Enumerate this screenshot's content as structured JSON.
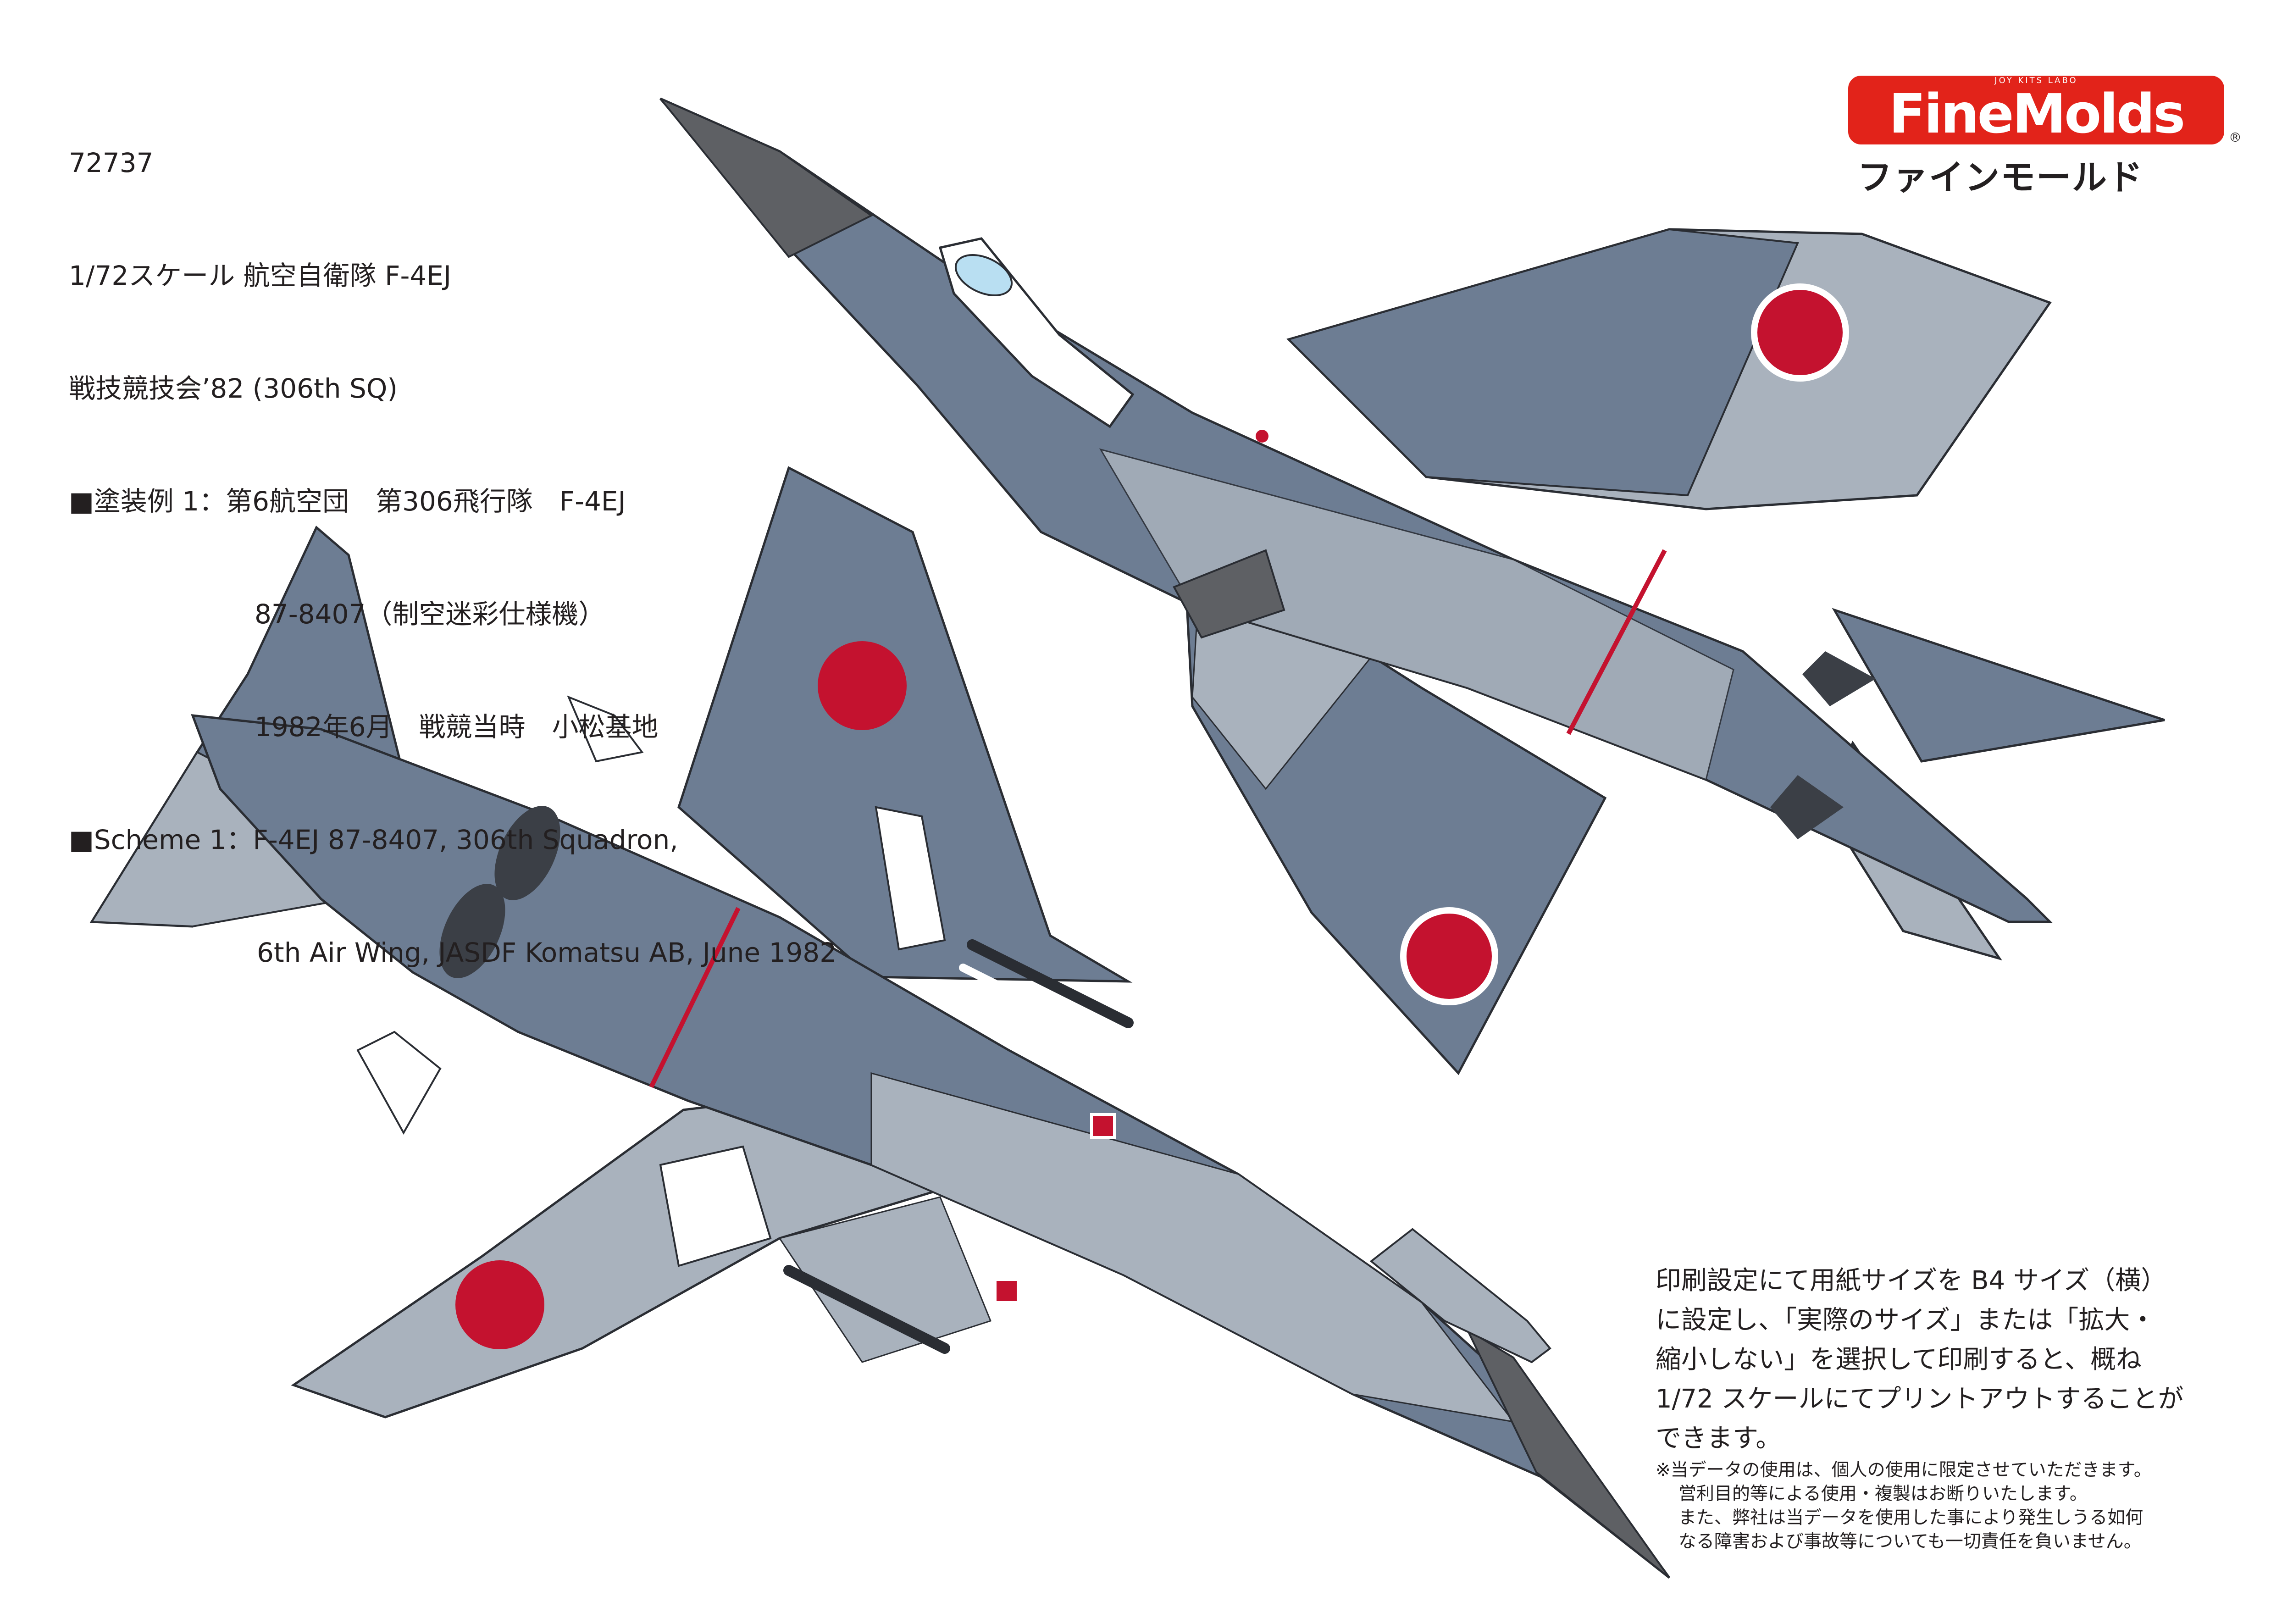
{
  "header": {
    "kit_number": "72737",
    "scale_title": "1/72スケール 航空自衛隊 F-4EJ",
    "event_title": "戦技競技会’82 (306th SQ)",
    "scheme_jp_line1": "■塗装例 1：第6航空団　第306飛行隊　F-4EJ",
    "scheme_jp_line2": "87-8407（制空迷彩仕様機）",
    "scheme_jp_line3": "1982年6月　戦競当時　小松基地",
    "scheme_en_line1": "■Scheme 1：F-4EJ 87-8407, 306th Squadron,",
    "scheme_en_line2": "6th Air Wing, JASDF Komatsu AB, June 1982"
  },
  "logo": {
    "top_text": "JOY KITS LABO",
    "brand": "FineMolds",
    "kana": "ファインモールド",
    "registered": "®"
  },
  "print_note": {
    "line1": "印刷設定にて用紙サイズを B4 サイズ（横）",
    "line2": "に設定し、「実際のサイズ」または「拡大・",
    "line3": "縮小しない」を選択して印刷すると、概ね",
    "line4": "1/72 スケールにてプリントアウトすることが",
    "line5": "できます。"
  },
  "disclaimer": {
    "line1": "※当データの使用は、個人の使用に限定させていただきます。",
    "line2": "営利目的等による使用・複製はお断りいたします。",
    "line3": "また、弊社は当データを使用した事により発生しうる如何",
    "line4": "なる障害および事故等についても一切責任を負いません。"
  },
  "illustration": {
    "colors": {
      "dark_grey": "#6d7d93",
      "light_grey": "#a9b2bd",
      "radome": "#5e6064",
      "hinomaru": "#c4122f",
      "outline": "#2a2d33"
    },
    "views": [
      "upper-view",
      "lower-view"
    ]
  }
}
